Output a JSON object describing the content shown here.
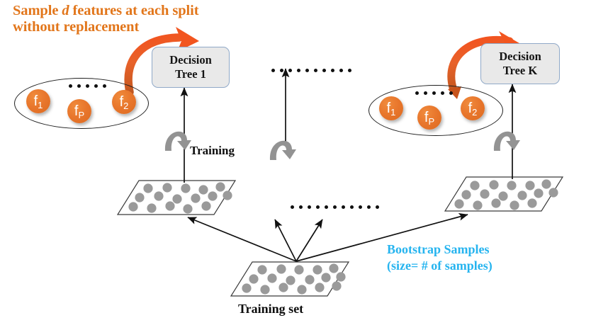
{
  "diagram": {
    "title_note": {
      "line1_a": "Sample ",
      "line1_italic": "d",
      "line1_b": " features at each split",
      "line2": "without  replacement",
      "color": "#E2761B"
    },
    "trees": [
      {
        "name": "tree-1",
        "line1": "Decision",
        "line2": "Tree 1"
      },
      {
        "name": "tree-k",
        "line1": "Decision",
        "line2": "Tree K"
      }
    ],
    "feature_sets": [
      {
        "name": "feature-set-left",
        "features": [
          {
            "base": "f",
            "sub": "1"
          },
          {
            "base": "f",
            "sub": "P"
          },
          {
            "base": "f",
            "sub": "2"
          }
        ],
        "ellipsis_dots": 5
      },
      {
        "name": "feature-set-right",
        "features": [
          {
            "base": "f",
            "sub": "1"
          },
          {
            "base": "f",
            "sub": "P"
          },
          {
            "base": "f",
            "sub": "2"
          }
        ],
        "ellipsis_dots": 5
      }
    ],
    "labels": {
      "training": "Training",
      "training_set": "Training set",
      "bootstrap_line1": "Bootstrap Samples",
      "bootstrap_line2": "(size= # of samples)"
    },
    "ellipsis_top": {
      "dots": 10
    },
    "ellipsis_mid": {
      "dots": 11
    },
    "colors": {
      "orange_accent": "#E2761B",
      "orange_circle": "#E8762C",
      "cyan_text": "#26B4EF",
      "box_fill": "#E9E9E9",
      "box_border": "#90A9C8",
      "sample_dot": "#9A9A9A",
      "arrow_black": "#111111",
      "rotate_arrow_gray": "#939393"
    },
    "sample_planes": [
      {
        "name": "bootstrap-sample-left",
        "dot_count": 17
      },
      {
        "name": "bootstrap-sample-right",
        "dot_count": 16
      },
      {
        "name": "training-set-plane",
        "dot_count": 17
      }
    ]
  }
}
